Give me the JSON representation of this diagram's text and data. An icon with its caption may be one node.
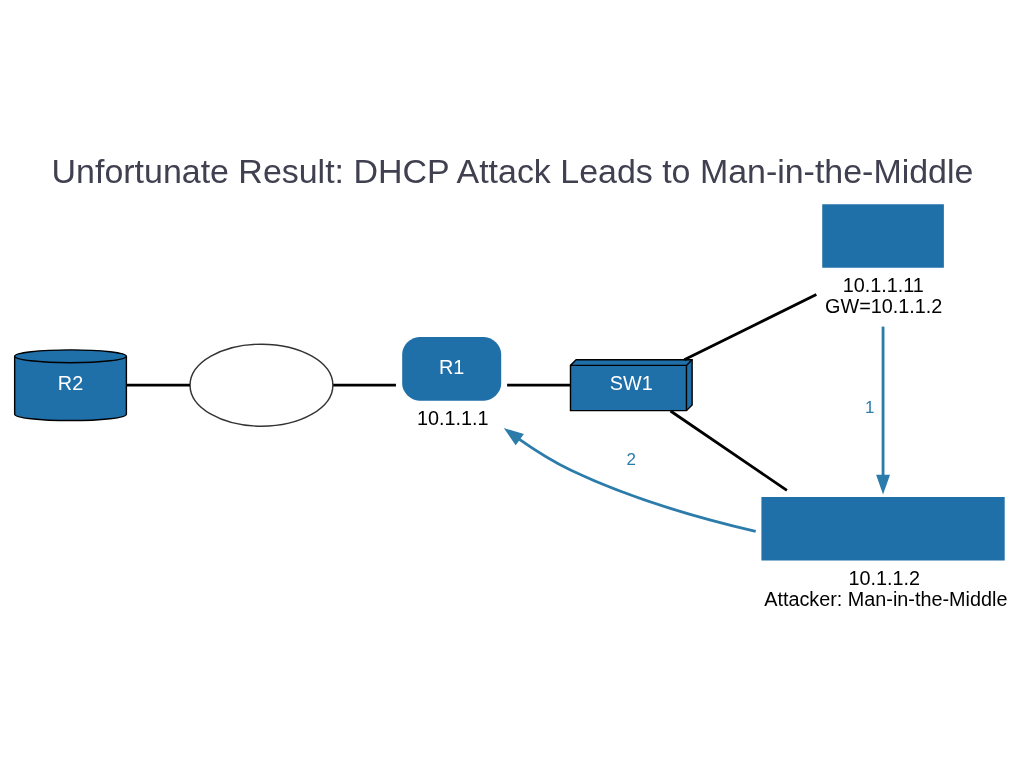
{
  "diagram": {
    "title": "Unfortunate Result: DHCP Attack Leads to Man-in-the-Middle",
    "nodes": [
      {
        "text": [
          "R2"
        ]
      },
      {
        "text": [],
        "shape": "cloud"
      },
      {
        "text": [
          "R1"
        ],
        "beside": [
          "10.1.1.1"
        ]
      },
      {
        "text": [
          "SW1"
        ]
      },
      {
        "text": [],
        "shape": "computer",
        "beside": [
          "10.1.1.11",
          "GW=10.1.1.2"
        ]
      },
      {
        "text": [],
        "shape": "server",
        "beside": [
          "10.1.1.2",
          "Attacker: Man-in-the-Middle"
        ]
      }
    ],
    "edges": [
      {
        "from": 0,
        "to": 1,
        "arrow": "none"
      },
      {
        "from": 1,
        "to": 2,
        "arrow": "none"
      },
      {
        "from": 2,
        "to": 3,
        "arrow": "none"
      },
      {
        "from": 3,
        "to": 4,
        "arrow": "none"
      },
      {
        "from": 3,
        "to": 5,
        "arrow": "none"
      },
      {
        "from": 4,
        "to": 5,
        "arrow": "to",
        "label": "1",
        "color": "#2b7cab"
      },
      {
        "from": 5,
        "to": 2,
        "arrow": "to",
        "label": "2",
        "color": "#2b7cab"
      }
    ]
  }
}
